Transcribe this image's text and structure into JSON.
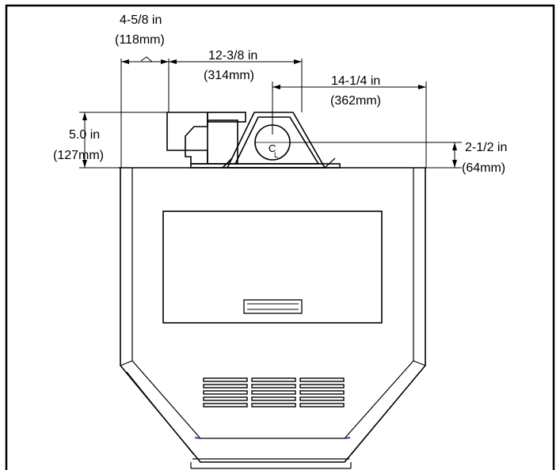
{
  "dimensions": {
    "top_left_width": {
      "imperial": "4-5/8 in",
      "metric": "(118mm)"
    },
    "offset_width": {
      "imperial": "12-3/8 in",
      "metric": "(314mm)"
    },
    "center_to_edge": {
      "imperial": "14-1/4 in",
      "metric": "(362mm)"
    },
    "total_height": {
      "imperial": "5.0 in",
      "metric": "(127mm)"
    },
    "center_height": {
      "imperial": "2-1/2 in",
      "metric": "(64mm)"
    }
  },
  "centerline_symbol": "C",
  "centerline_subscript": "L",
  "colors": {
    "line": "#000000",
    "accent": "#1f3fd6",
    "frame": "#000000"
  }
}
